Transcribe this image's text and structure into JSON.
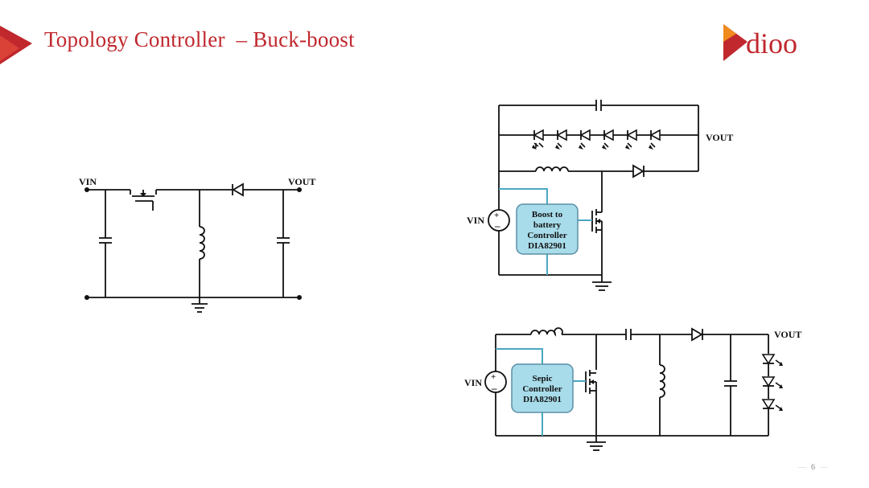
{
  "slide": {
    "title": "Topology Controller  – Buck-boost",
    "page_number": "6"
  },
  "brand": {
    "logo_text": "dioo",
    "accent_color": "#c0282e",
    "logo_orange": "#f08a1c"
  },
  "diagrams": {
    "buck_boost": {
      "vin_label": "VIN",
      "vout_label": "VOUT"
    },
    "boost_to_battery": {
      "vin_label": "VIN",
      "vout_label": "VOUT",
      "controller_lines": [
        "Boost to",
        "battery",
        "Controller",
        "DIA82901"
      ]
    },
    "sepic": {
      "vin_label": "VIN",
      "vout_label": "VOUT",
      "controller_lines": [
        "Sepic",
        "Controller",
        "DIA82901"
      ]
    }
  }
}
